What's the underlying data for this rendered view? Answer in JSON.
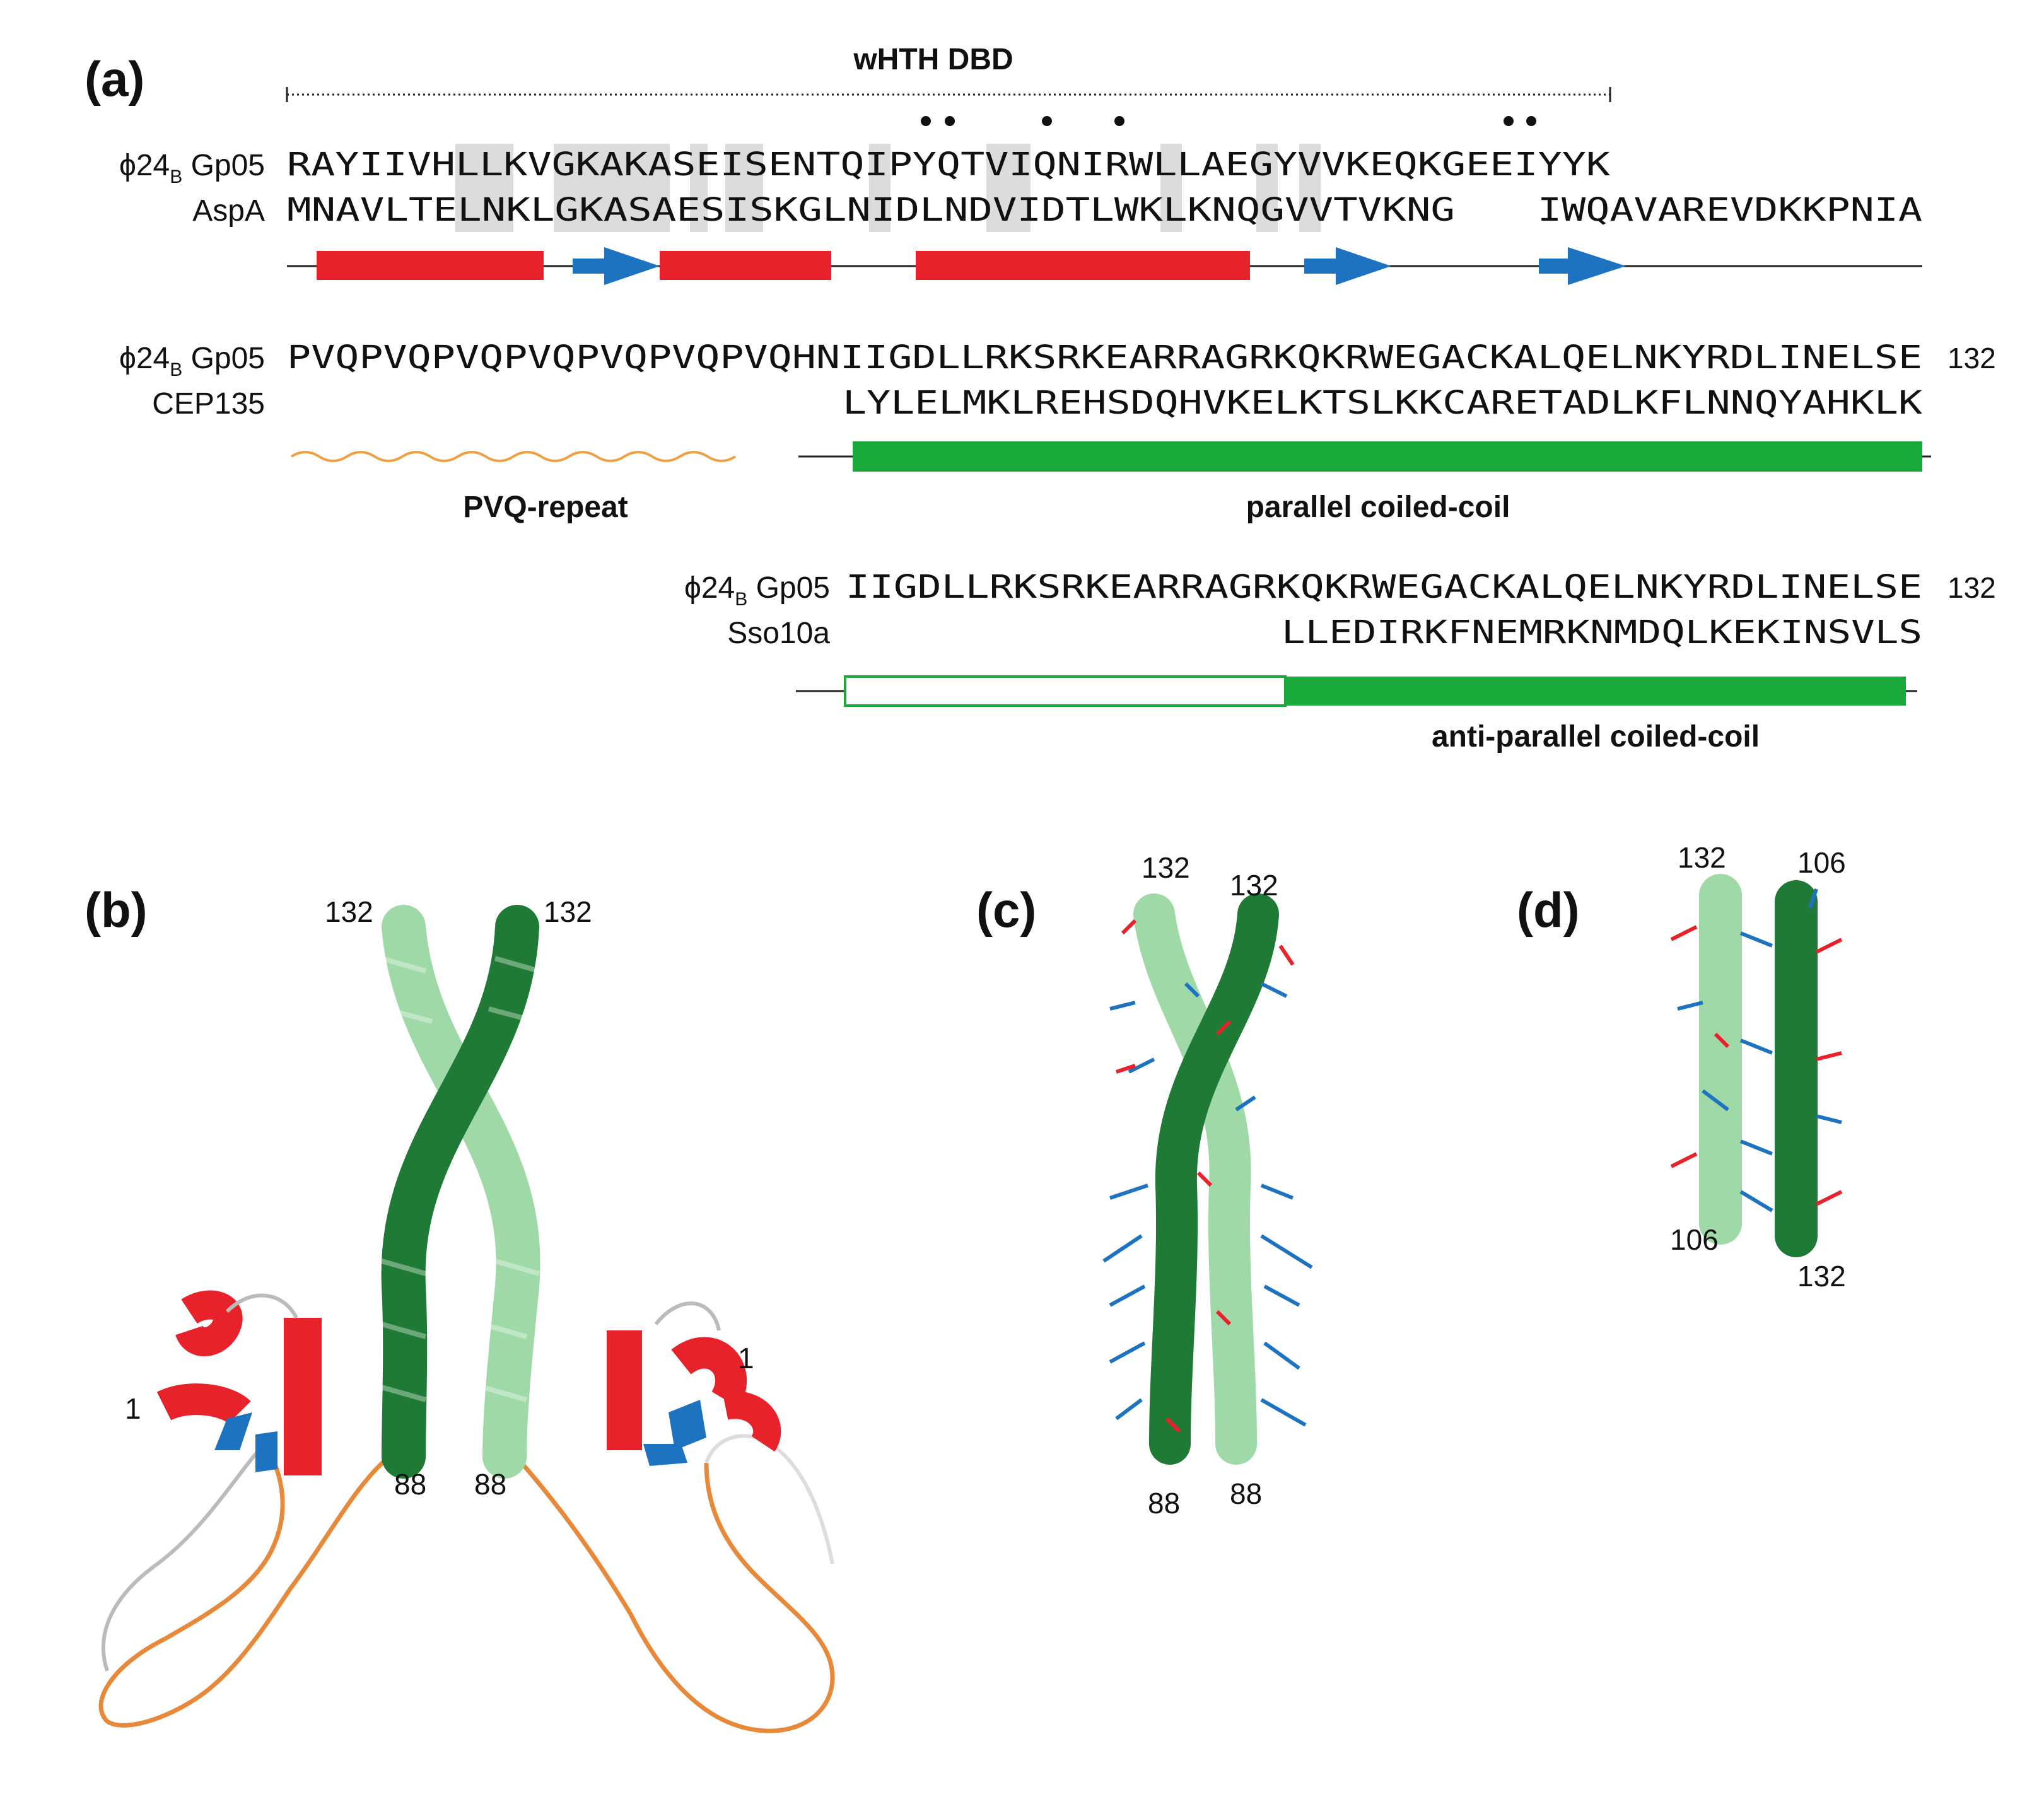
{
  "colors": {
    "helix_red": "#e8222a",
    "strand_blue": "#1e73c0",
    "coil_green": "#1aaa3c",
    "pvq_orange": "#f0a040",
    "shade_gray": "#dcdcdc",
    "dark_green": "#1f7a35",
    "light_green": "#9fd9a8"
  },
  "panel_a": {
    "label": "(a)",
    "domain_label": "wHTH DBD",
    "rows": [
      {
        "name_base": "ϕ24",
        "name_sub": "B",
        "name_rest": " Gp05",
        "seq": "RAYIIVHLLKVGKAKASEISENTQIPYQTVIQNIRWLLAEGYVVKEQKGEEIYYK"
      },
      {
        "name_base": "AspA",
        "name_sub": "",
        "name_rest": "",
        "seq": "MNAVLTELNKLGKASAESISKGLNIDLNDVIDTLWKLKNQGVVTVKNG",
        "seq2": "IWQAVAREVDKKPNIA"
      },
      {
        "name_base": "ϕ24",
        "name_sub": "B",
        "name_rest": " Gp05",
        "seq": "PVQPVQPVQPVQPVQPVQPVQHNIIGDLLRKSRKEARRAGRKQKRWEGACKALQELNKYRDLINELSE",
        "end": "132"
      },
      {
        "name_base": "CEP135",
        "name_sub": "",
        "name_rest": "",
        "seq": "LYLELMKLREHSDQHVKELKTSLKKCARETADLKFLNNQYAHKLK"
      },
      {
        "name_base": "ϕ24",
        "name_sub": "B",
        "name_rest": " Gp05",
        "seq": "IIGDLLRKSRKEARRAGRKQKRWEGACKALQELNKYRDLINELSE",
        "end": "132"
      },
      {
        "name_base": "Sso10a",
        "name_sub": "",
        "name_rest": "",
        "seq": "LLEDIRKFNEMRKNMDQLKEKINSVLS"
      }
    ],
    "pvq_label": "PVQ-repeat",
    "parallel_label": "parallel coiled-coil",
    "antiparallel_label": "anti-parallel coiled-coil"
  },
  "panel_b": {
    "label": "(b)",
    "numbers": [
      "132",
      "132",
      "1",
      "1",
      "88",
      "88"
    ]
  },
  "panel_c": {
    "label": "(c)",
    "numbers": [
      "132",
      "132",
      "88",
      "88"
    ]
  },
  "panel_d": {
    "label": "(d)",
    "numbers": [
      "132",
      "106",
      "106",
      "132"
    ]
  }
}
